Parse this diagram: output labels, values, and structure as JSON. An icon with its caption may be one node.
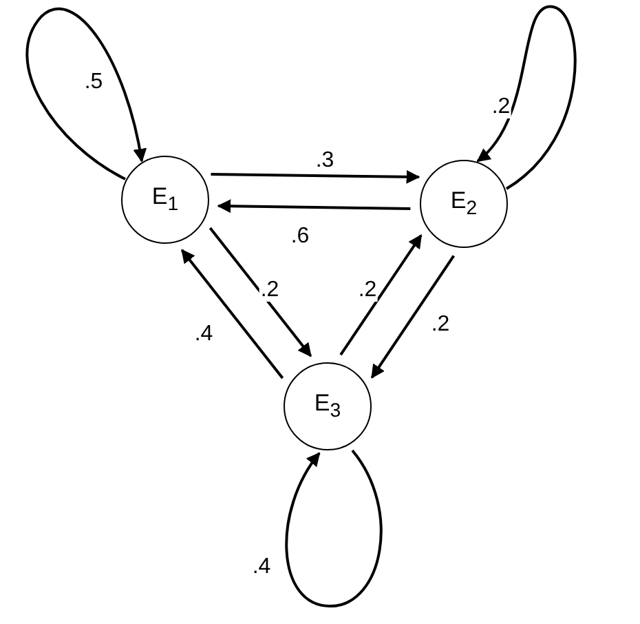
{
  "diagram": {
    "nodes": [
      {
        "text": [
          "E$_{1}$"
        ]
      },
      {
        "text": [
          "E$_{2}$"
        ]
      },
      {
        "text": [
          "E$_{3}$"
        ]
      }
    ],
    "edges": [
      {
        "from": 0,
        "to": 0,
        "arrow": "to",
        "label": ".5"
      },
      {
        "from": 1,
        "to": 1,
        "arrow": "to",
        "label": ".2"
      },
      {
        "from": 0,
        "to": 1,
        "arrow": "to",
        "label": ".3"
      },
      {
        "from": 1,
        "to": 0,
        "arrow": "to",
        "label": ".6"
      },
      {
        "from": 0,
        "to": 2,
        "arrow": "to",
        "label": ".2"
      },
      {
        "from": 2,
        "to": 0,
        "arrow": "to",
        "label": ".4"
      },
      {
        "from": 2,
        "to": 1,
        "arrow": "to",
        "label": ".2"
      },
      {
        "from": 1,
        "to": 2,
        "arrow": "to",
        "label": ".2"
      },
      {
        "from": 2,
        "to": 2,
        "arrow": "to",
        "label": ".4"
      }
    ]
  }
}
